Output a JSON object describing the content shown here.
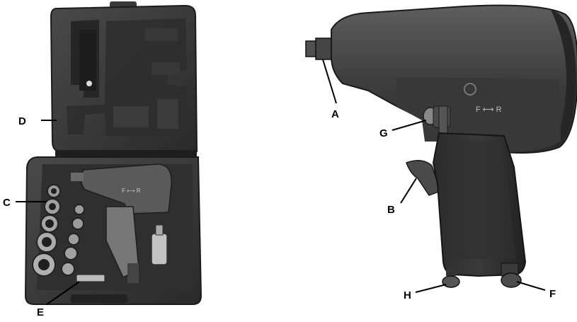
{
  "figure": {
    "callouts": [
      {
        "key": "A",
        "letter": "A",
        "part": "square-drive-anvil"
      },
      {
        "key": "B",
        "letter": "B",
        "part": "trigger"
      },
      {
        "key": "C",
        "letter": "C",
        "part": "impact-sockets"
      },
      {
        "key": "D",
        "letter": "D",
        "part": "carry-case"
      },
      {
        "key": "E",
        "letter": "E",
        "part": "extension-bar"
      },
      {
        "key": "F",
        "letter": "F",
        "part": "air-inlet"
      },
      {
        "key": "G",
        "letter": "G",
        "part": "forward-reverse-selector"
      },
      {
        "key": "H",
        "letter": "H",
        "part": "air-regulator"
      }
    ],
    "tool_marking": "F ⟷ R"
  }
}
